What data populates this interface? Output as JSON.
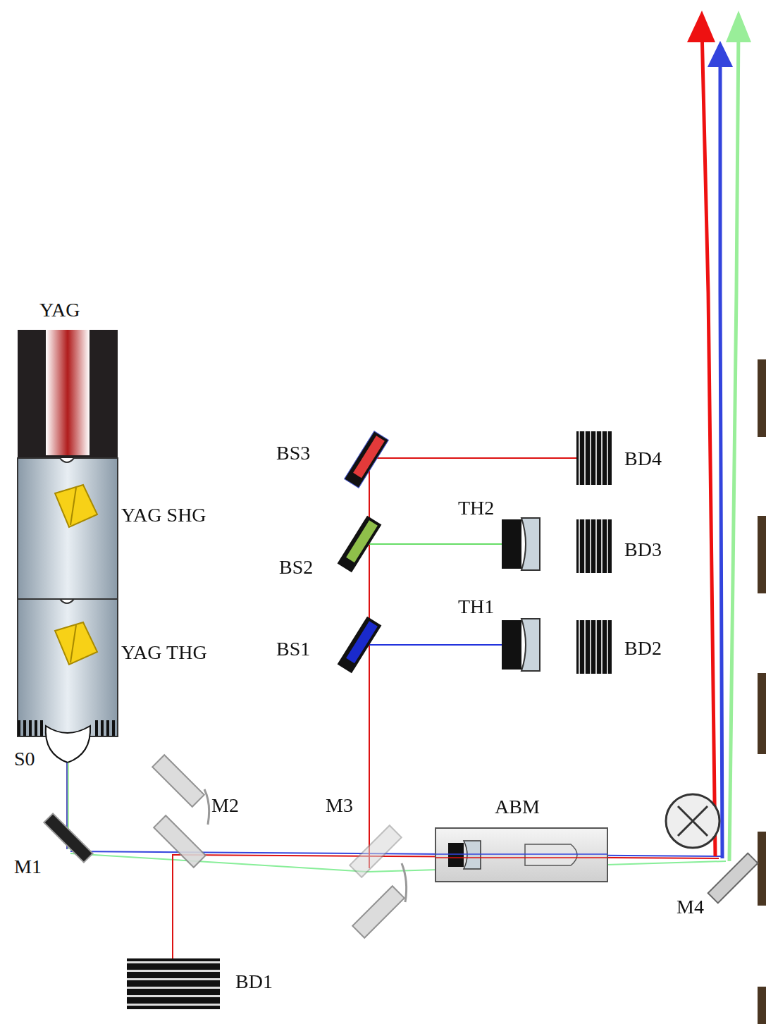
{
  "diagram": {
    "labels": [
      "YAG",
      "BS3",
      "BD4",
      "TH2",
      "YAG SHG",
      "BS2",
      "BD3",
      "TH1",
      "YAG THG",
      "BS1",
      "BD2",
      "S0",
      "M2",
      "M3",
      "ABM",
      "M1",
      "M4",
      "BD1"
    ]
  }
}
